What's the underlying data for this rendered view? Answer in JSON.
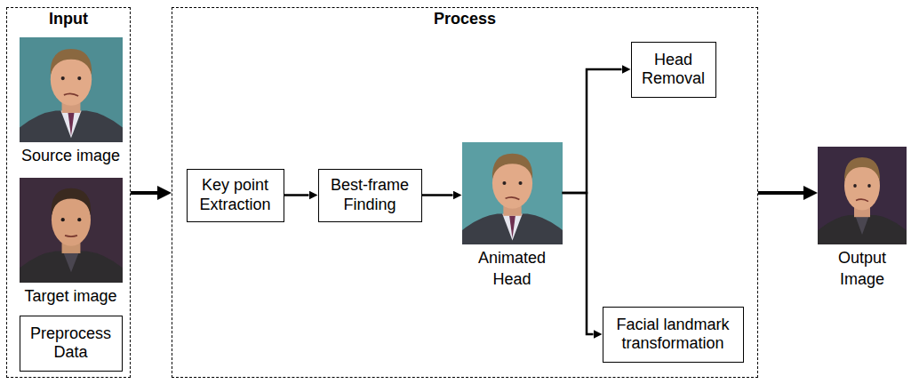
{
  "diagram": {
    "nodes": [
      {
        "text": [
          "Input"
        ]
      },
      {
        "text": [
          "Source image"
        ],
        "in": 0
      },
      {
        "text": [
          "Target image"
        ],
        "in": 0
      },
      {
        "text": [
          "Preprocess Data"
        ],
        "in": 0
      },
      {
        "text": [
          "Process"
        ]
      },
      {
        "text": [
          "Key point Extraction"
        ],
        "in": 4
      },
      {
        "text": [
          "Best-frame Finding"
        ],
        "in": 4
      },
      {
        "text": [
          "Animated Head"
        ],
        "in": 4
      },
      {
        "text": [
          "Head Removal"
        ],
        "in": 4
      },
      {
        "text": [
          "Facial landmark transformation"
        ],
        "in": 4
      },
      {
        "text": [
          "Output Image"
        ]
      }
    ],
    "edges": [
      {
        "from": 0,
        "to": 4,
        "arrow": "to"
      },
      {
        "from": 5,
        "to": 6,
        "arrow": "to"
      },
      {
        "from": 6,
        "to": 7,
        "arrow": "to"
      },
      {
        "from": 7,
        "to": 8,
        "arrow": "to"
      },
      {
        "from": 7,
        "to": 9,
        "arrow": "to"
      },
      {
        "from": 4,
        "to": 10,
        "arrow": "to"
      }
    ]
  }
}
